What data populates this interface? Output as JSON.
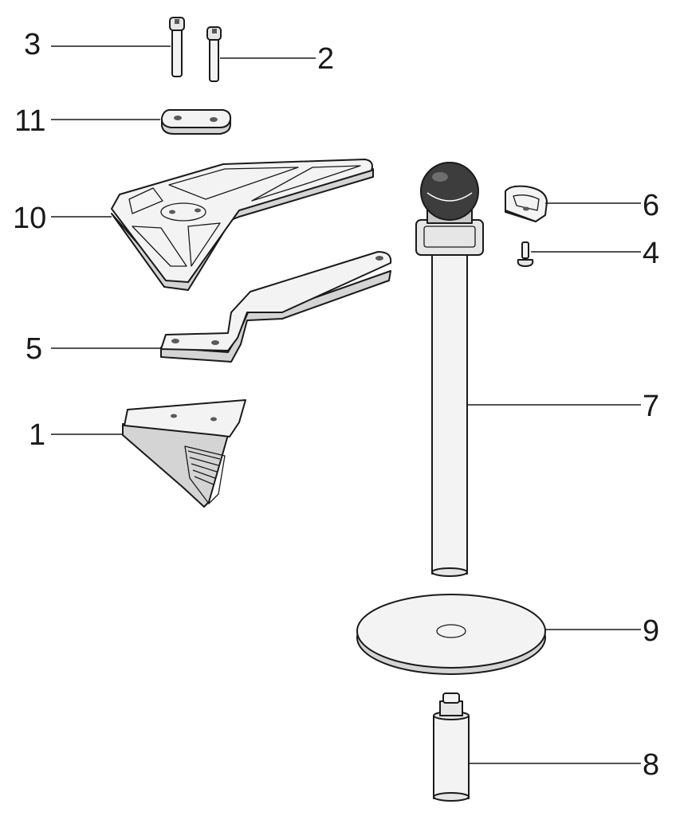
{
  "colors": {
    "ink": "#1a1a1a",
    "part_fill": "#f3f3f3",
    "part_shade": "#d4d4d4",
    "dark": "#5a5a5a",
    "background": "#ffffff"
  },
  "parts": [
    {
      "id": "part-3",
      "label": "3",
      "description_icon": "cap-screw-long-icon"
    },
    {
      "id": "part-2",
      "label": "2",
      "description_icon": "cap-screw-icon"
    },
    {
      "id": "part-11",
      "label": "11",
      "description_icon": "plate-icon"
    },
    {
      "id": "part-10",
      "label": "10",
      "description_icon": "triangular-frame-icon"
    },
    {
      "id": "part-5",
      "label": "5",
      "description_icon": "offset-arm-icon"
    },
    {
      "id": "part-1",
      "label": "1",
      "description_icon": "clamp-jaw-icon"
    },
    {
      "id": "part-6",
      "label": "6",
      "description_icon": "clip-icon"
    },
    {
      "id": "part-4",
      "label": "4",
      "description_icon": "countersunk-screw-icon"
    },
    {
      "id": "part-7",
      "label": "7",
      "description_icon": "tube-with-ball-icon"
    },
    {
      "id": "part-9",
      "label": "9",
      "description_icon": "base-disc-icon"
    },
    {
      "id": "part-8",
      "label": "8",
      "description_icon": "spindle-icon"
    }
  ]
}
